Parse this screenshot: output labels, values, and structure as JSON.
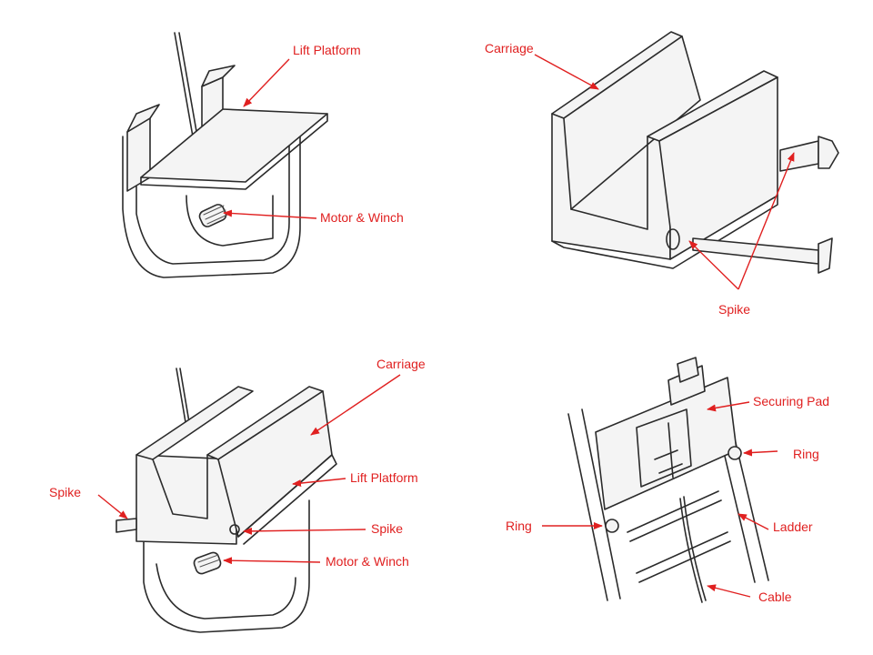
{
  "colors": {
    "annotation": "#e02020",
    "sketch": "#2b2b2b",
    "background": "#ffffff"
  },
  "panels": {
    "top_left": {
      "labels": {
        "lift_platform": "Lift Platform",
        "motor_winch": "Motor & Winch"
      }
    },
    "top_right": {
      "labels": {
        "carriage": "Carriage",
        "spike": "Spike"
      }
    },
    "bottom_left": {
      "labels": {
        "carriage": "Carriage",
        "lift_platform": "Lift Platform",
        "spike_left": "Spike",
        "spike_right": "Spike",
        "motor_winch": "Motor & Winch"
      }
    },
    "bottom_right": {
      "labels": {
        "securing_pad": "Securing Pad",
        "ring_right": "Ring",
        "ring_left": "Ring",
        "ladder": "Ladder",
        "cable": "Cable"
      }
    }
  }
}
